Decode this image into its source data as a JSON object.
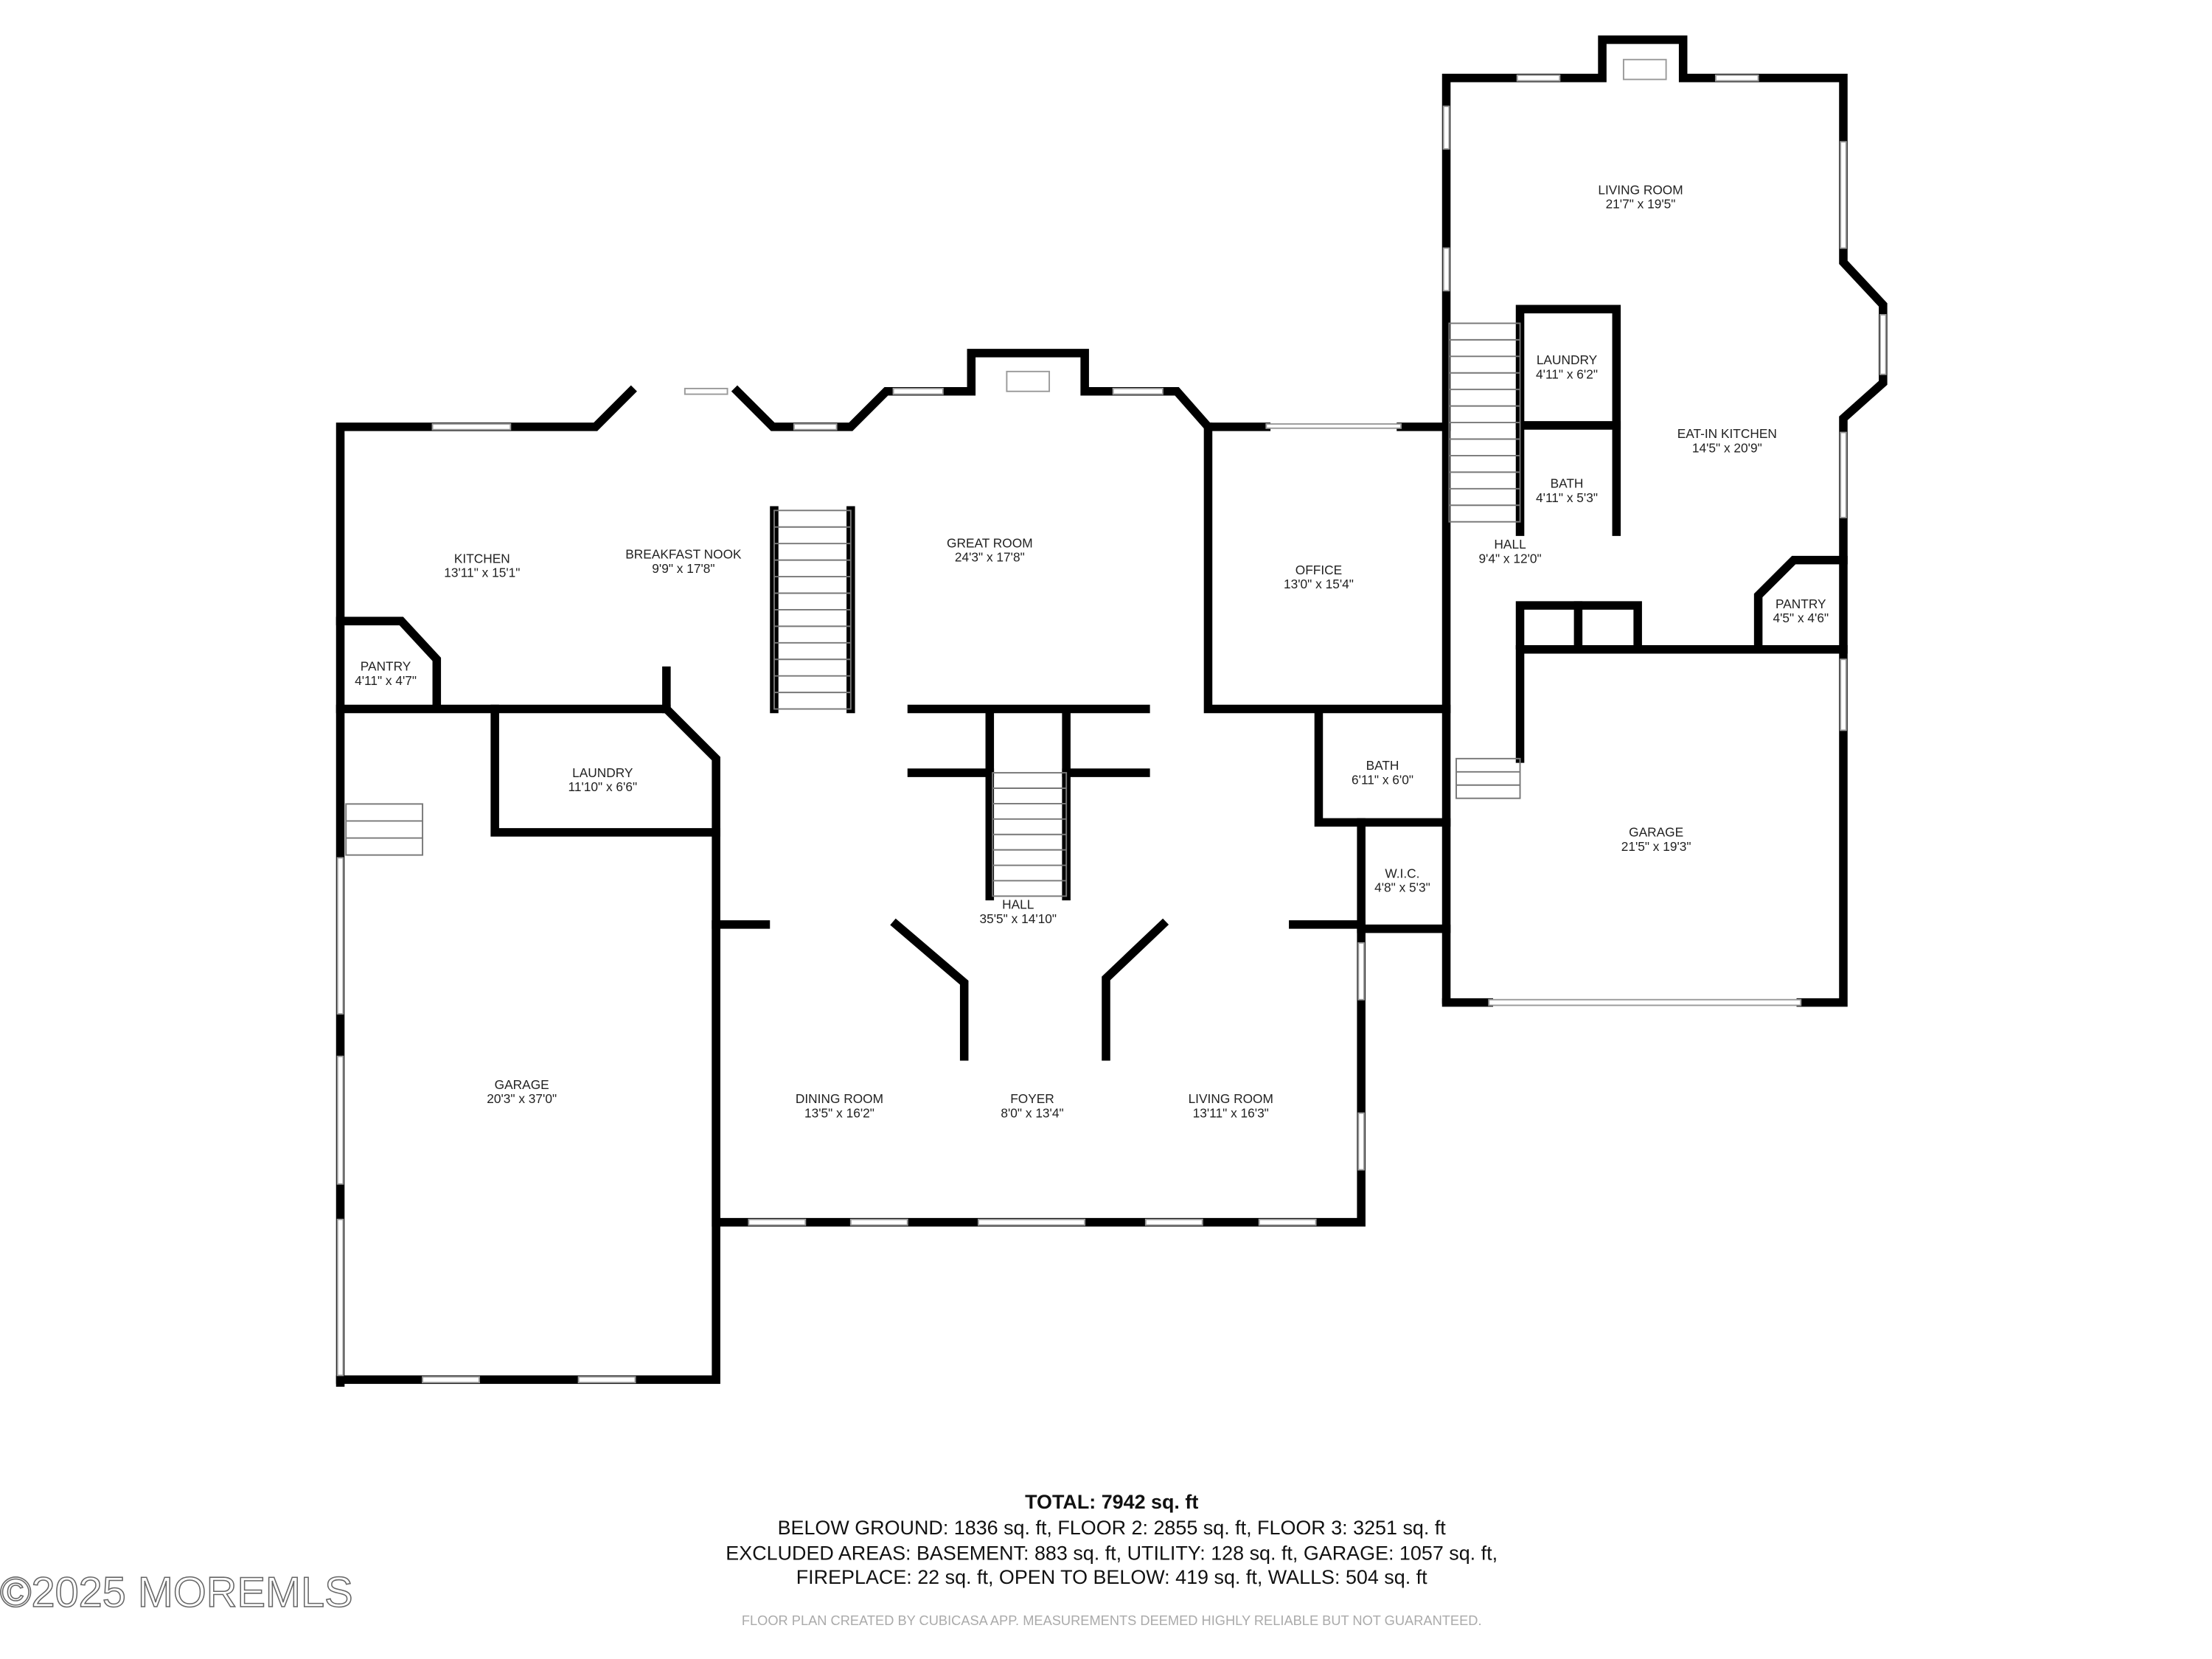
{
  "rooms": [
    {
      "name": "KITCHEN",
      "dims": "13'11\" x 15'1\""
    },
    {
      "name": "BREAKFAST NOOK",
      "dims": "9'9\" x 17'8\""
    },
    {
      "name": "GREAT ROOM",
      "dims": "24'3\" x 17'8\""
    },
    {
      "name": "OFFICE",
      "dims": "13'0\" x 15'4\""
    },
    {
      "name": "PANTRY",
      "dims": "4'11\" x 4'7\""
    },
    {
      "name": "LAUNDRY",
      "dims": "11'10\" x 6'6\""
    },
    {
      "name": "GARAGE",
      "dims": "20'3\" x 37'0\""
    },
    {
      "name": "HALL",
      "dims": "35'5\" x 14'10\""
    },
    {
      "name": "BATH",
      "dims": "6'11\" x 6'0\""
    },
    {
      "name": "W.I.C.",
      "dims": "4'8\" x 5'3\""
    },
    {
      "name": "DINING ROOM",
      "dims": "13'5\" x 16'2\""
    },
    {
      "name": "FOYER",
      "dims": "8'0\" x 13'4\""
    },
    {
      "name": "LIVING ROOM",
      "dims": "13'11\" x 16'3\""
    },
    {
      "name": "LIVING ROOM",
      "dims": "21'7\" x 19'5\""
    },
    {
      "name": "LAUNDRY",
      "dims": "4'11\" x 6'2\""
    },
    {
      "name": "EAT-IN KITCHEN",
      "dims": "14'5\" x 20'9\""
    },
    {
      "name": "BATH",
      "dims": "4'11\" x 5'3\""
    },
    {
      "name": "HALL",
      "dims": "9'4\" x 12'0\""
    },
    {
      "name": "PANTRY",
      "dims": "4'5\" x 4'6\""
    },
    {
      "name": "GARAGE",
      "dims": "21'5\" x 19'3\""
    }
  ],
  "summary": {
    "total": "TOTAL: 7942 sq. ft",
    "line1": "BELOW GROUND: 1836 sq. ft, FLOOR 2: 2855 sq. ft, FLOOR 3: 3251 sq. ft",
    "line2": "EXCLUDED AREAS: BASEMENT: 883 sq. ft, UTILITY: 128 sq. ft, GARAGE: 1057 sq. ft,",
    "line3": "FIREPLACE: 22 sq. ft, OPEN TO BELOW: 419 sq. ft, WALLS: 504 sq. ft",
    "credit": "FLOOR PLAN CREATED BY CUBICASA APP. MEASUREMENTS DEEMED HIGHLY RELIABLE BUT NOT GUARANTEED."
  },
  "watermark": "©2025 MOREMLS",
  "colors": {
    "wall": "#000000",
    "window": "#9a9a9a",
    "text": "#222222"
  }
}
